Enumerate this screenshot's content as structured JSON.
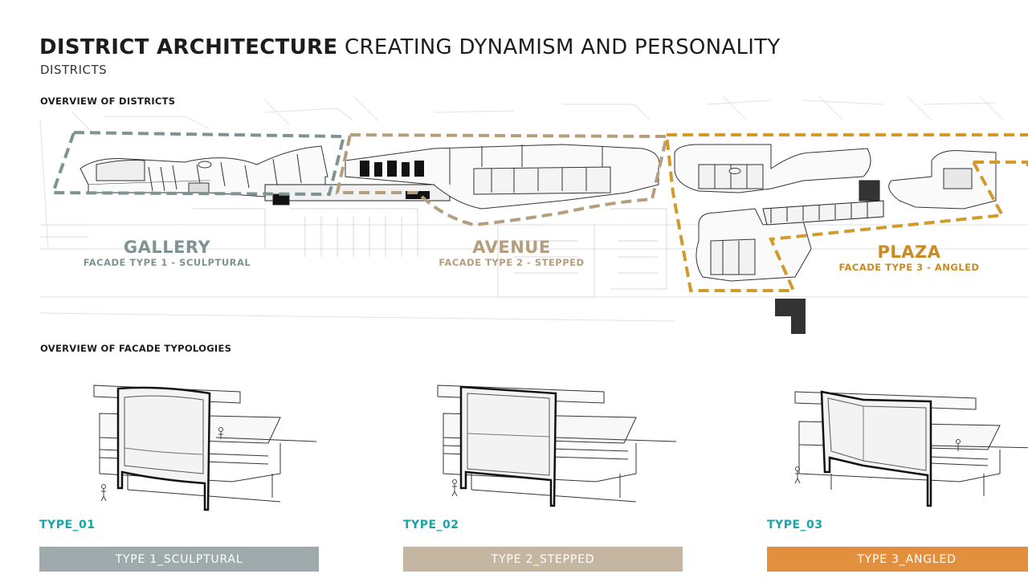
{
  "header": {
    "title_bold": "DISTRICT ARCHITECTURE",
    "title_light": "CREATING DYNAMISM AND PERSONALITY",
    "subtitle": "DISTRICTS"
  },
  "sections": {
    "overview_districts": "OVERVIEW OF DISTRICTS",
    "overview_facades": "OVERVIEW OF FACADE TYPOLOGIES"
  },
  "districts": [
    {
      "name": "GALLERY",
      "facade": "FACADE TYPE 1 - SCULPTURAL",
      "color": "#7f9393"
    },
    {
      "name": "AVENUE",
      "facade": "FACADE TYPE 2 - STEPPED",
      "color": "#b59e7d"
    },
    {
      "name": "PLAZA",
      "facade": "FACADE TYPE 3 - ANGLED",
      "color": "#c98a22"
    }
  ],
  "facade_types": [
    {
      "id": "TYPE_01",
      "label": "TYPE 1_SCULPTURAL",
      "color": "#9eaaab"
    },
    {
      "id": "TYPE_02",
      "label": "TYPE 2_STEPPED",
      "color": "#c4b6a1"
    },
    {
      "id": "TYPE_03",
      "label": "TYPE 3_ANGLED",
      "color": "#e3903e"
    }
  ],
  "colors": {
    "accent_teal": "#1aa3a8",
    "gallery_dash": "#7f9393",
    "avenue_dash": "#b59e7d",
    "plaza_dash": "#d29a2c"
  }
}
